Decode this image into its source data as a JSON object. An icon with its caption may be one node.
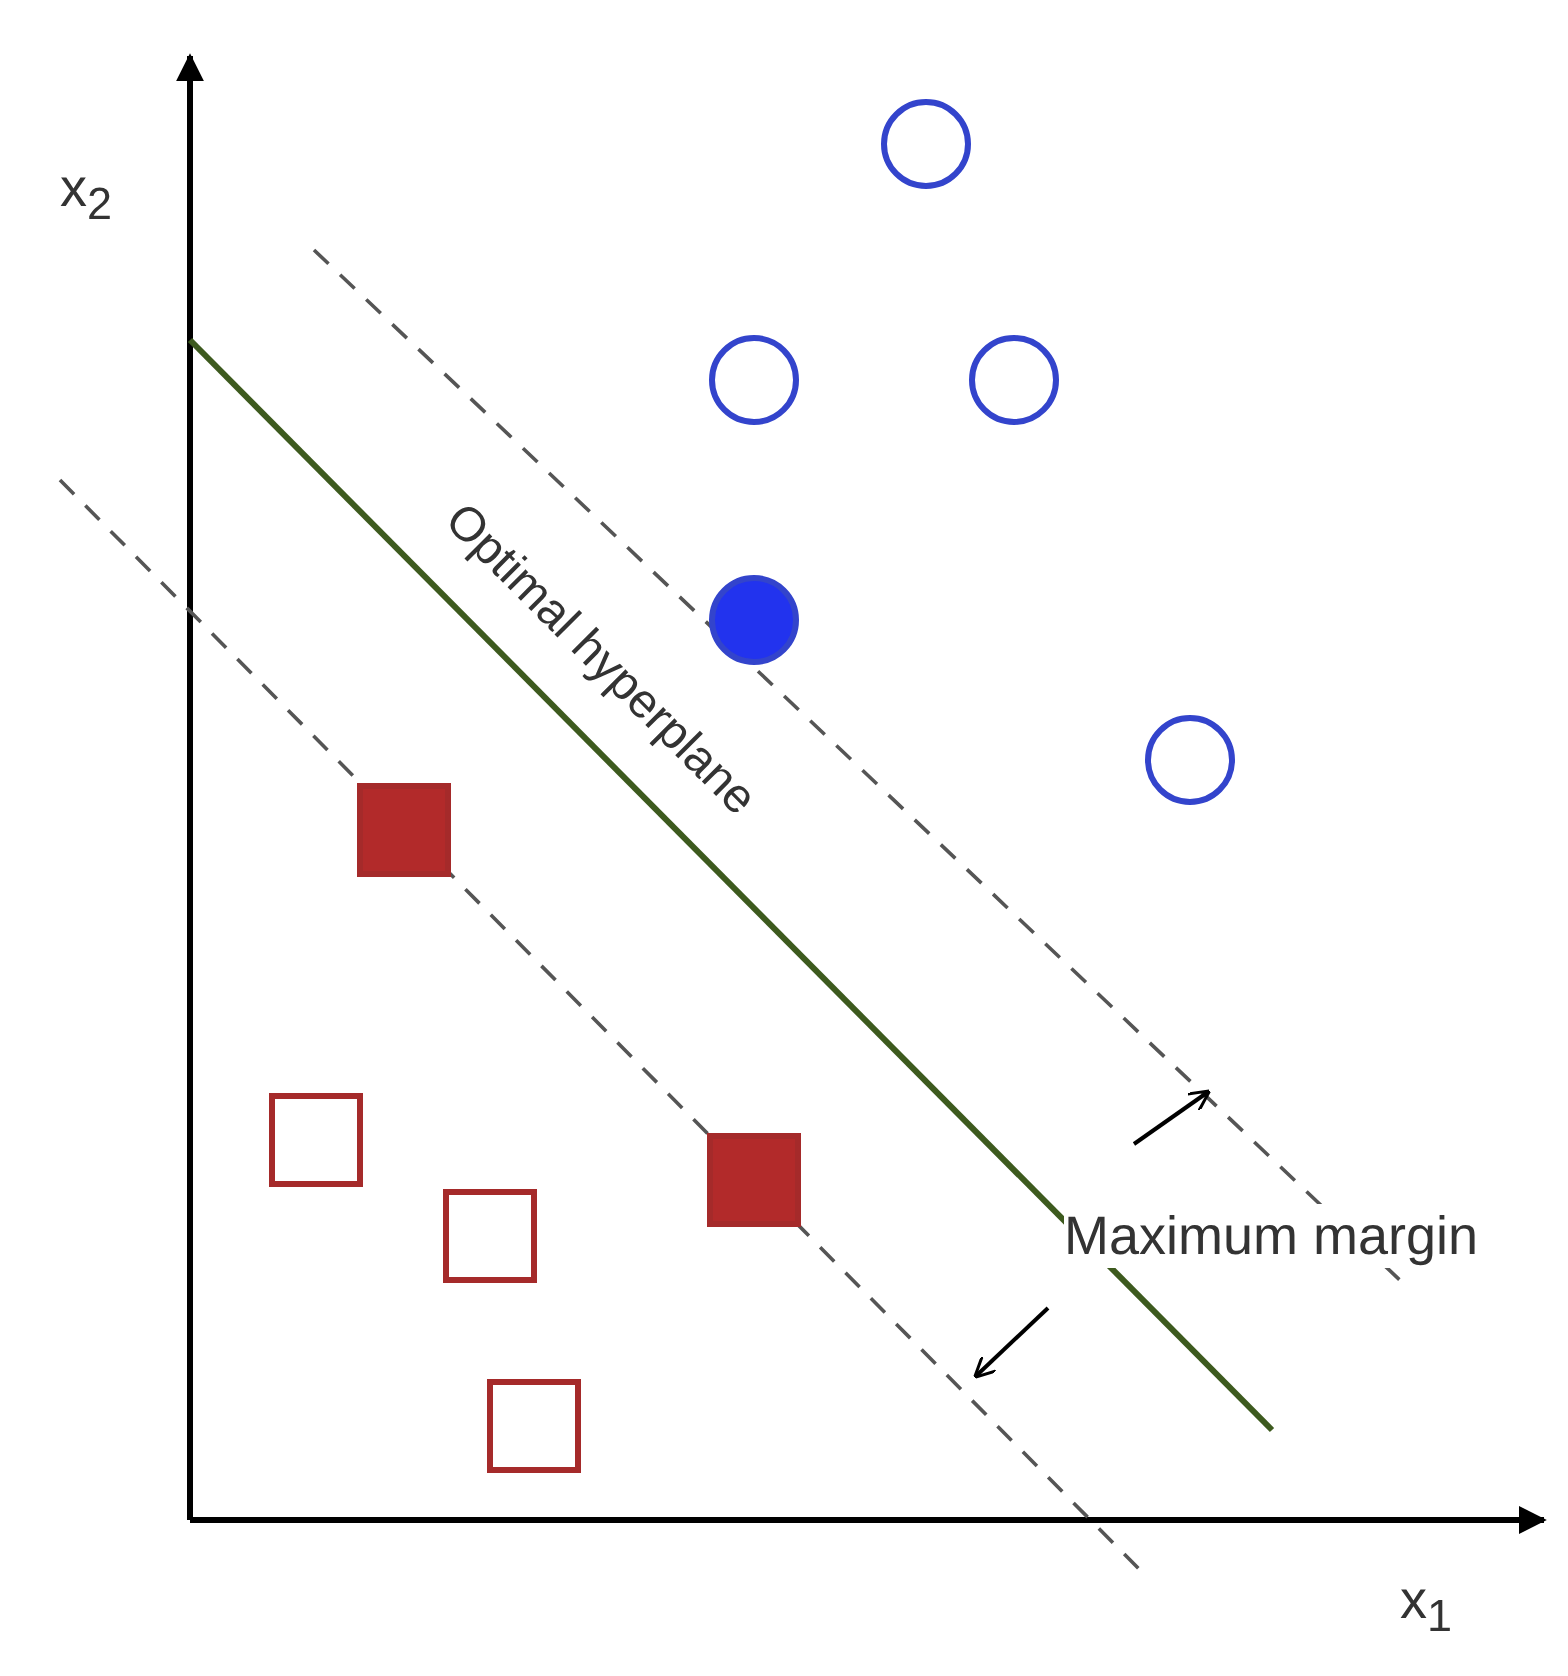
{
  "diagram": {
    "labels": [
      "x$_{2}$",
      "Optimal hyperplane",
      "Maximum margin",
      "x$_{1}$"
    ]
  }
}
